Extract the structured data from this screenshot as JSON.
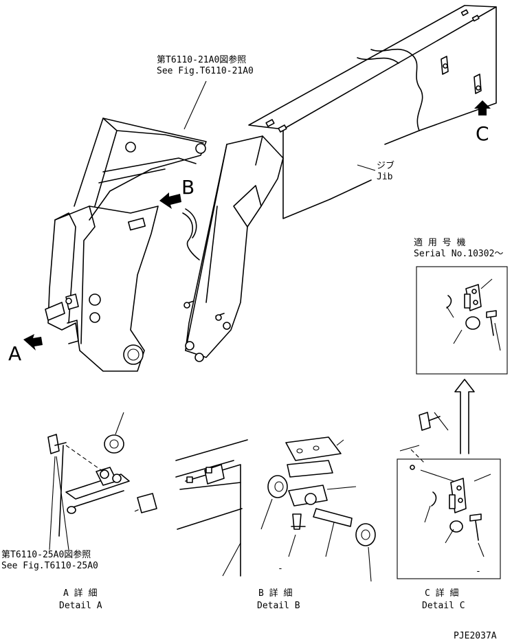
{
  "callouts": {
    "fig21": {
      "jp": "第T6110-21A0図参照",
      "en": "See Fig.T6110-21A0"
    },
    "fig25": {
      "jp": "第T6110-25A0図参照",
      "en": "See Fig.T6110-25A0"
    }
  },
  "jib": {
    "jp": "ジブ",
    "en": "Jib"
  },
  "serial": {
    "jp": "適 用 号 機",
    "en": "Serial No.10302～"
  },
  "markers": {
    "a": "A",
    "b": "B",
    "c": "C"
  },
  "details": {
    "a": {
      "jp": "A 詳 細",
      "en": "Detail A"
    },
    "b": {
      "jp": "B 詳 細",
      "en": "Detail B"
    },
    "c": {
      "jp": "C 詳 細",
      "en": "Detail C"
    }
  },
  "dash_marks": {
    "b": "-",
    "c": "-"
  },
  "drawing_code": "PJE2037A"
}
